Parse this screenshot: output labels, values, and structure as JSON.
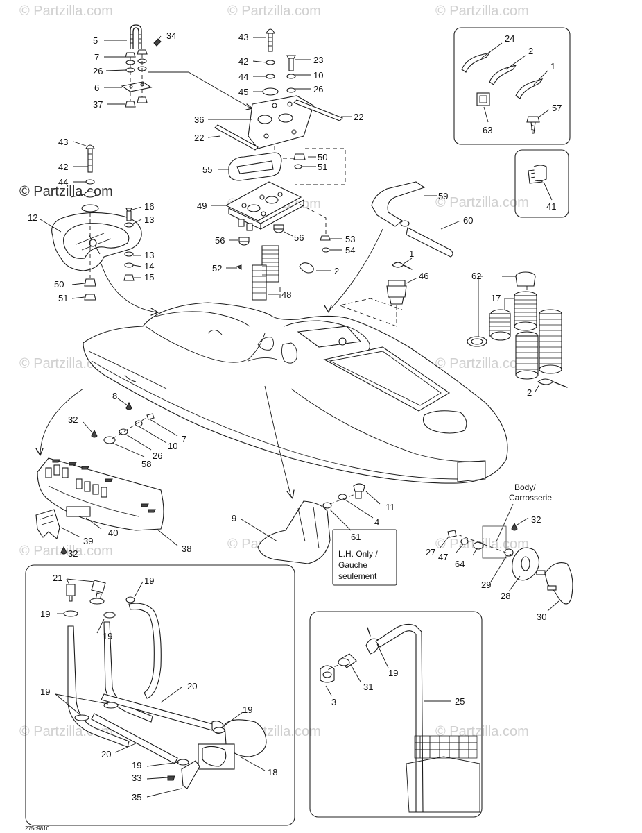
{
  "watermark": "© Partzilla.com",
  "diagram_code": "275c9810",
  "notes": {
    "lh_only_line1": "L.H. Only /",
    "lh_only_line2": "Gauche",
    "lh_only_line3": "seulement",
    "body_line1": "Body/",
    "body_line2": "Carrosserie"
  },
  "callouts": {
    "c1": "5",
    "c2": "34",
    "c3": "7",
    "c4": "26",
    "c5": "6",
    "c6": "37",
    "c7": "43",
    "c8": "42",
    "c9": "44",
    "c10": "45",
    "c11": "23",
    "c12": "10",
    "c13": "26",
    "c14": "22",
    "c15": "36",
    "c16": "22",
    "c17": "50",
    "c18": "51",
    "c19": "55",
    "c20": "49",
    "c21": "56",
    "c22": "56",
    "c23": "53",
    "c24": "54",
    "c25": "52",
    "c26": "2",
    "c27": "48",
    "c28": "43",
    "c29": "42",
    "c30": "44",
    "c31": "16",
    "c32": "13",
    "c33": "12",
    "c34": "13",
    "c35": "14",
    "c36": "15",
    "c37": "50",
    "c38": "51",
    "c39": "24",
    "c40": "2",
    "c41": "1",
    "c42": "57",
    "c43": "63",
    "c44": "41",
    "c45": "59",
    "c46": "60",
    "c47": "1",
    "c48": "46",
    "c49": "62",
    "c50": "17",
    "c51": "2",
    "c52": "8",
    "c53": "32",
    "c54": "7",
    "c55": "10",
    "c56": "26",
    "c57": "58",
    "c58": "38",
    "c59": "39",
    "c60": "40",
    "c61": "32",
    "c62": "9",
    "c63": "61",
    "c64": "11",
    "c65": "4",
    "c66": "32",
    "c67": "27",
    "c68": "47",
    "c69": "64",
    "c70": "29",
    "c71": "28",
    "c72": "30",
    "c73": "21",
    "c74": "19",
    "c75": "19",
    "c76": "19",
    "c77": "20",
    "c78": "19",
    "c79": "19",
    "c80": "20",
    "c81": "19",
    "c82": "33",
    "c83": "35",
    "c84": "18",
    "c85": "19",
    "c86": "31",
    "c87": "3",
    "c88": "25"
  }
}
